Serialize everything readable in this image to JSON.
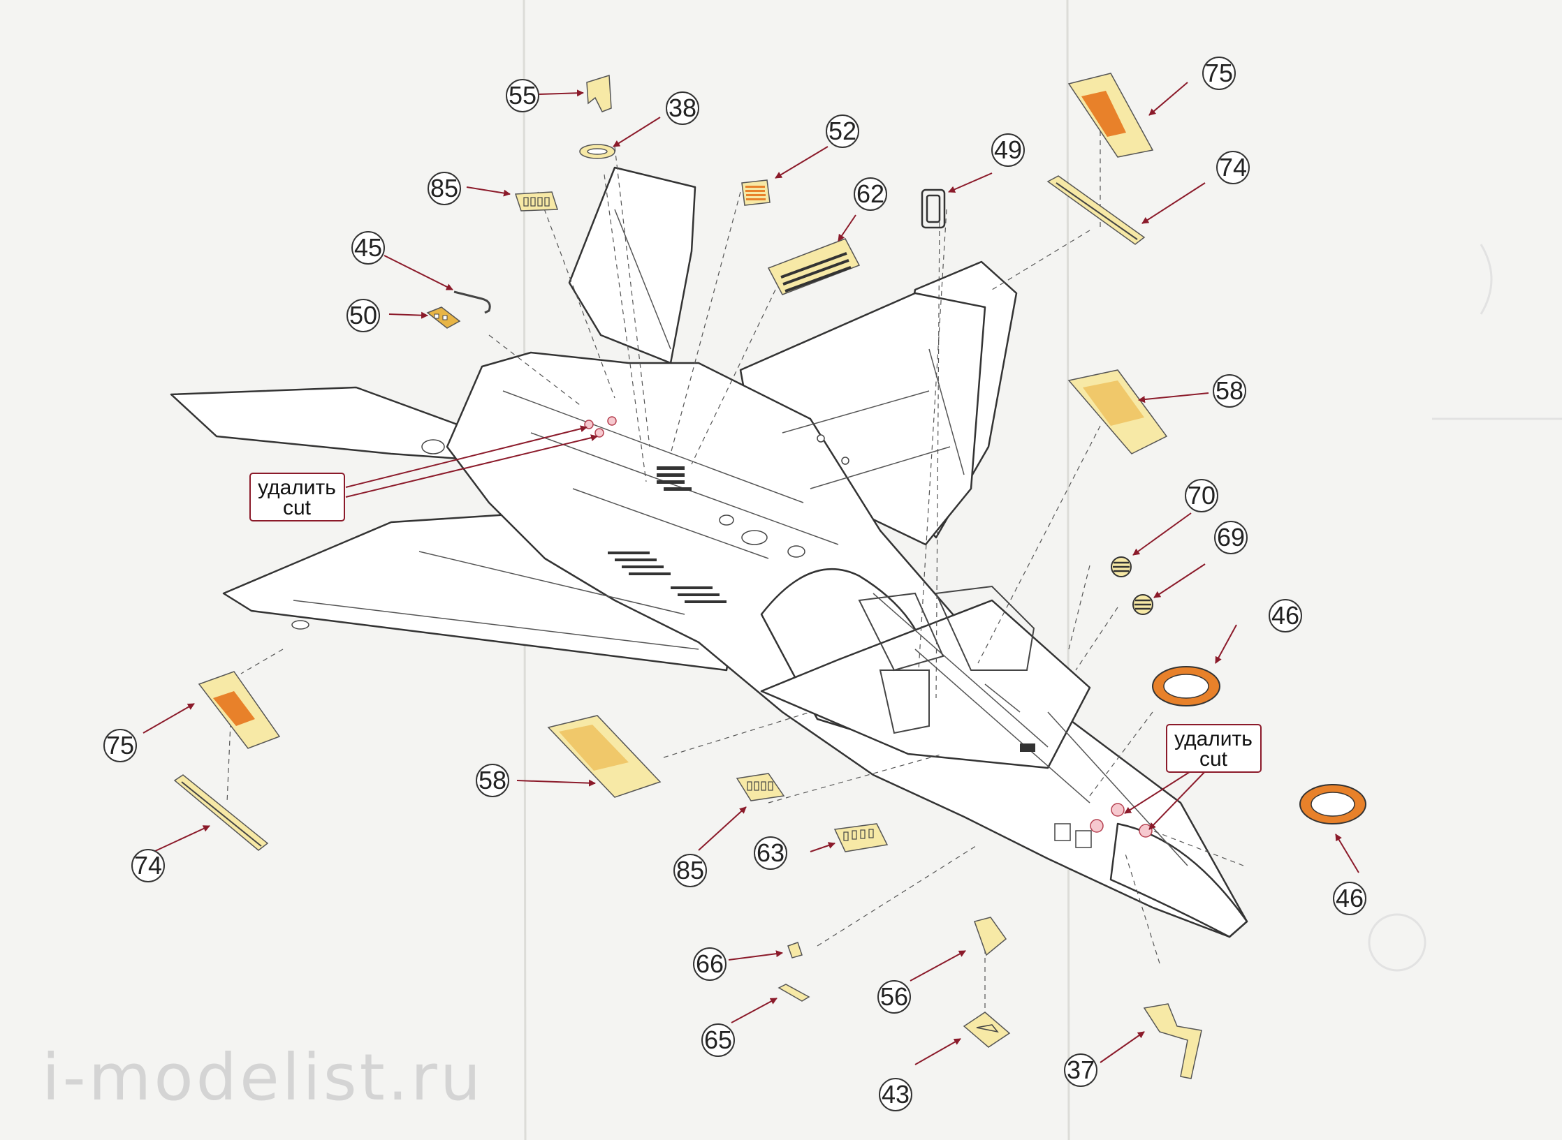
{
  "callouts": {
    "c55": "55",
    "c38": "38",
    "c52": "52",
    "c85a": "85",
    "c62": "62",
    "c49": "49",
    "c75a": "75",
    "c74a": "74",
    "c45": "45",
    "c50": "50",
    "c58a": "58",
    "c70": "70",
    "c69": "69",
    "c46a": "46",
    "c46b": "46",
    "c75b": "75",
    "c74b": "74",
    "c58b": "58",
    "c85b": "85",
    "c63": "63",
    "c66": "66",
    "c65": "65",
    "c56": "56",
    "c43": "43",
    "c37": "37"
  },
  "cut_labels": {
    "left": {
      "ru": "удалить",
      "en": "cut"
    },
    "right": {
      "ru": "удалить",
      "en": "cut"
    }
  },
  "watermark": "i-modelist.ru",
  "colors": {
    "paper": "#f4f4f2",
    "etch_brass": "#f7e9a6",
    "etch_orange": "#e8812a",
    "arrow_red": "#8b1a2a",
    "line": "#333333"
  }
}
